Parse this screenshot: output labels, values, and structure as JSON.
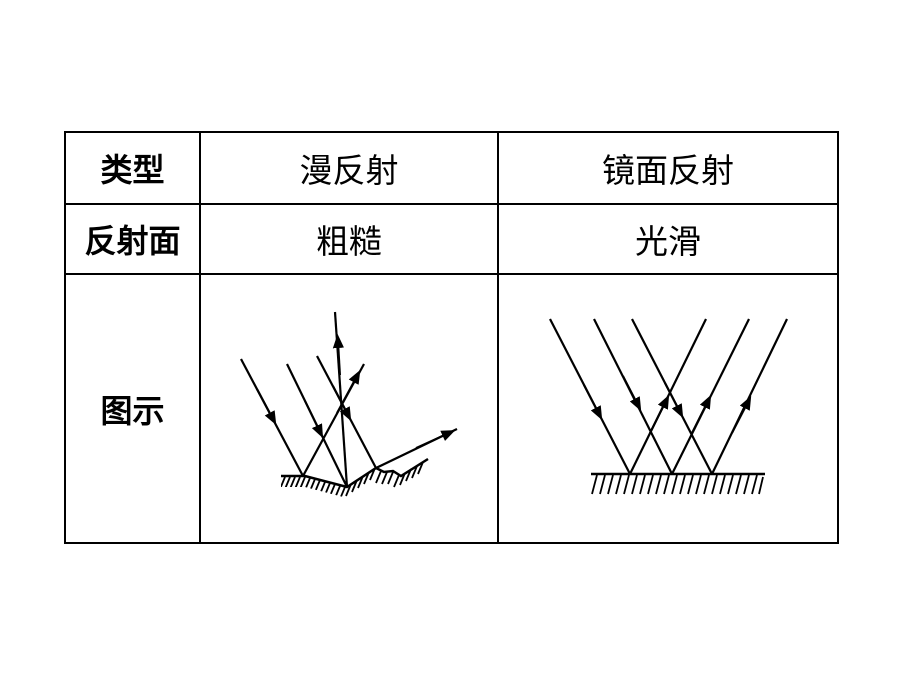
{
  "table": {
    "row_type": {
      "label": "类型",
      "diffuse": "漫反射",
      "specular": "镜面反射"
    },
    "row_surface": {
      "label": "反射面",
      "diffuse": "粗糙",
      "specular": "光滑"
    },
    "row_figure": {
      "label": "图示"
    }
  }
}
